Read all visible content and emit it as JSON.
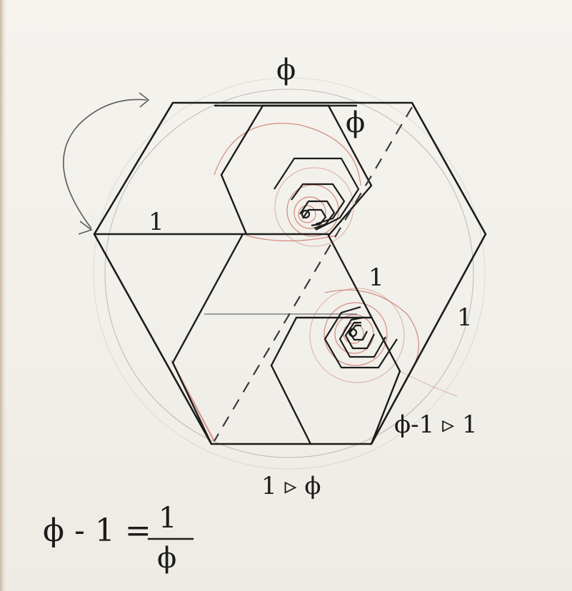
{
  "labels": {
    "top_phi": "ϕ",
    "inner_phi": "ϕ",
    "left_one": "1",
    "center_one": "1",
    "right_one": "1",
    "transform_right": "ϕ-1 ▹ 1",
    "transform_bottom": "1 ▹ ϕ"
  },
  "formula": {
    "lhs": "ϕ - 1 =",
    "numerator": "1",
    "denominator": "ϕ"
  },
  "colors": {
    "ink": "#1c1c1c",
    "pencil": "#9a9a9a",
    "red_pencil": "#c96a5c",
    "paper": "#f3f1ec"
  }
}
